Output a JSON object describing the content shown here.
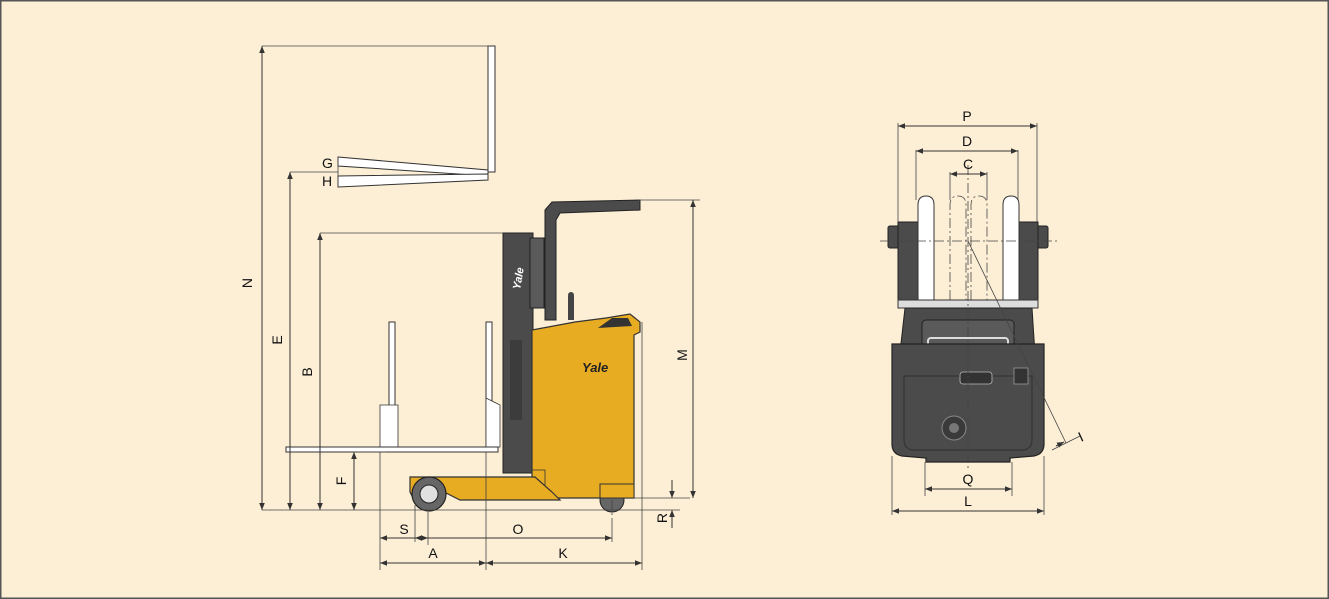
{
  "colors": {
    "background": "#fcefd6",
    "body": "#e8ac23",
    "mast": "#4b4b4b",
    "outline": "#333333",
    "fork": "#ffffff",
    "tire": "#555555"
  },
  "brand": "Yale",
  "side_view": {
    "labels": {
      "a": "A",
      "b": "B",
      "e": "E",
      "f": "F",
      "g": "G",
      "h": "H",
      "k": "K",
      "m": "M",
      "n": "N",
      "o": "O",
      "r": "R",
      "s": "S"
    }
  },
  "rear_view": {
    "labels": {
      "c": "C",
      "d": "D",
      "i": "I",
      "l": "L",
      "p": "P",
      "q": "Q"
    }
  }
}
